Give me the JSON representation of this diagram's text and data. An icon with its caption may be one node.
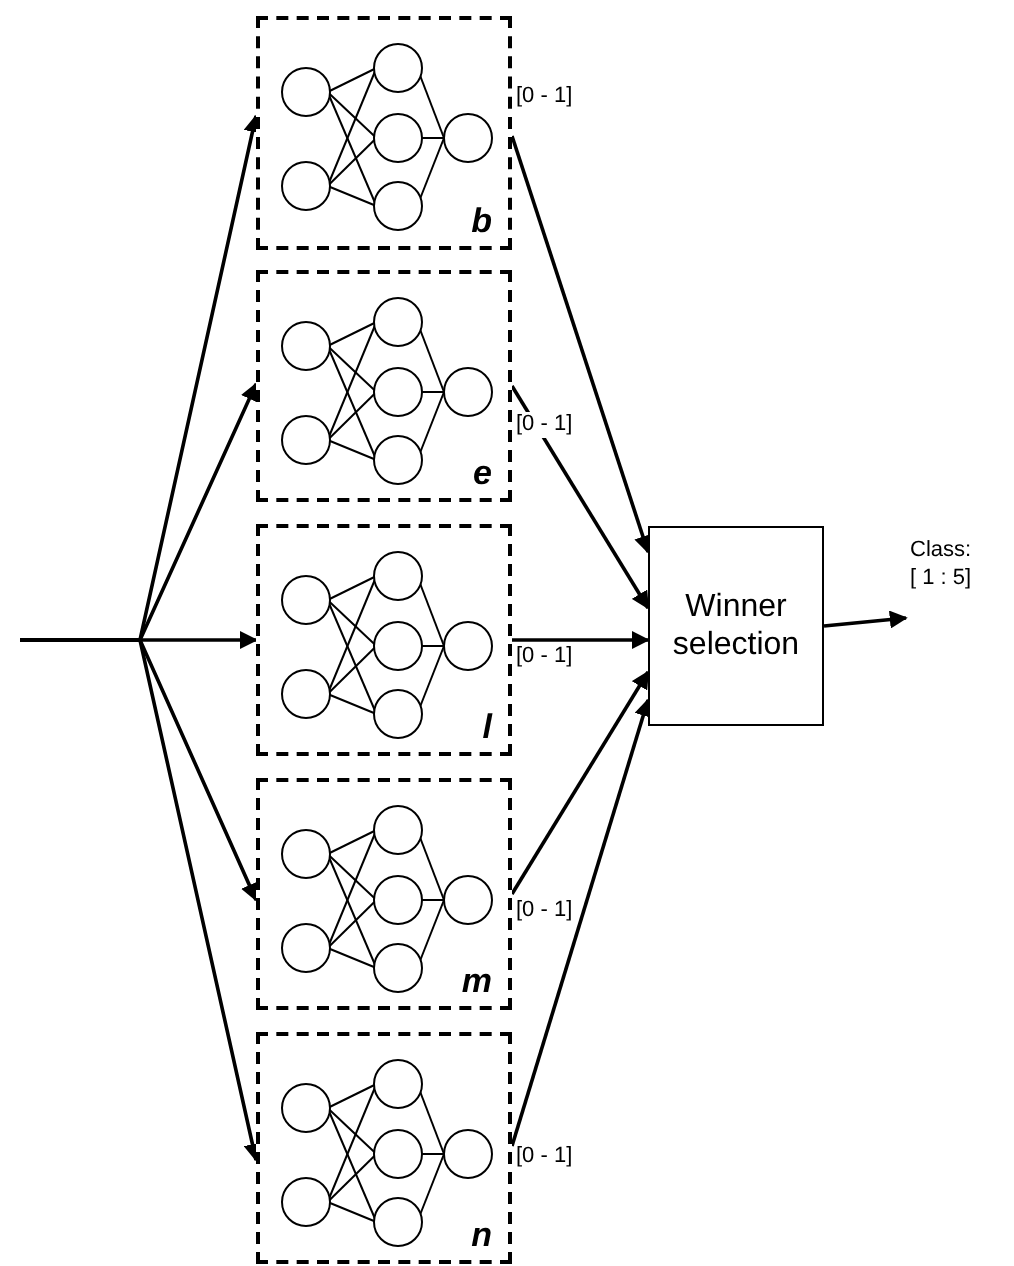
{
  "diagram": {
    "nodes": [
      {
        "text": [
          "b"
        ],
        "beside": [
          "[0 - 1]"
        ]
      },
      {
        "text": [
          "e"
        ],
        "beside": [
          "[0 - 1]"
        ]
      },
      {
        "text": [
          "l"
        ],
        "beside": [
          "[0 - 1]"
        ]
      },
      {
        "text": [
          "m"
        ],
        "beside": [
          "[0 - 1]"
        ]
      },
      {
        "text": [
          "n"
        ],
        "beside": [
          "[0 - 1]"
        ]
      },
      {
        "text": [
          "Winner selection"
        ]
      },
      {
        "text": [
          "Class:",
          "[ 1 : 5]"
        ]
      }
    ],
    "edges": [
      {
        "from": null,
        "to": 0,
        "arrow": "to"
      },
      {
        "from": null,
        "to": 1,
        "arrow": "to"
      },
      {
        "from": null,
        "to": 2,
        "arrow": "to"
      },
      {
        "from": null,
        "to": 3,
        "arrow": "to"
      },
      {
        "from": null,
        "to": 4,
        "arrow": "to"
      },
      {
        "from": 0,
        "to": 5,
        "arrow": "to"
      },
      {
        "from": 1,
        "to": 5,
        "arrow": "to"
      },
      {
        "from": 2,
        "to": 5,
        "arrow": "to"
      },
      {
        "from": 3,
        "to": 5,
        "arrow": "to"
      },
      {
        "from": 4,
        "to": 5,
        "arrow": "to"
      },
      {
        "from": 5,
        "to": 6,
        "arrow": "to"
      }
    ]
  }
}
